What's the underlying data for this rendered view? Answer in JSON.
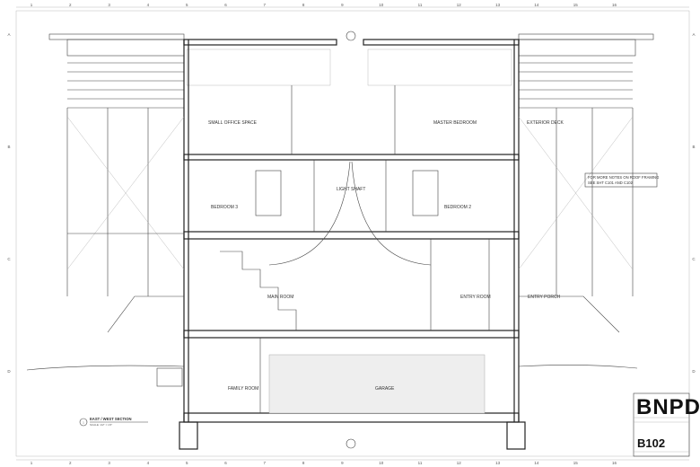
{
  "grid_numbers": [
    "1",
    "2",
    "3",
    "4",
    "5",
    "6",
    "7",
    "8",
    "9",
    "10",
    "11",
    "12",
    "13",
    "14",
    "15",
    "16"
  ],
  "grid_letters": [
    "A",
    "B",
    "C",
    "D"
  ],
  "rooms": {
    "small_office": "SMALL OFFICE SPACE",
    "master_bedroom": "MASTER BEDROOM",
    "exterior_deck": "EXTERIOR DECK",
    "bedroom3": "BEDROOM 3",
    "light_shaft": "LIGHT SHAFT",
    "bedroom2": "BEDROOM 2",
    "main_room": "MAIN ROOM",
    "entry_room": "ENTRY ROOM",
    "entry_porch": "ENTRY PORCH",
    "family_room": "FAMILY ROOM",
    "garage": "GARAGE"
  },
  "roof_note": [
    "FOR MORE NOTES ON ROOF FRAMING",
    "SEE SHT C101 AND C102"
  ],
  "section_title": {
    "number": "1",
    "title": "EAST / WEST SECTION",
    "scale": "SCALE: 1/2\" = 1'0\""
  },
  "title_block": {
    "logo": "BNPD",
    "sheet_number": "B102"
  }
}
